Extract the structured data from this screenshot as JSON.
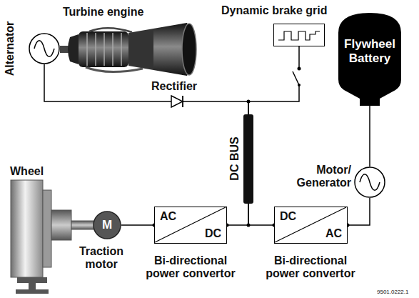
{
  "diagram": {
    "nodes": [
      {
        "text": [
          "Alternator"
        ]
      },
      {
        "text": [
          "Dynamic brake grid"
        ]
      },
      {
        "text": [
          "Flywheel Battery"
        ]
      },
      {
        "text": [
          "DC BUS"
        ]
      },
      {
        "text": [
          "Motor/ Generator"
        ]
      },
      {
        "text": [
          "M",
          "Traction motor"
        ]
      },
      {
        "text": [
          "AC",
          "DC",
          "Bi-directional power convertor"
        ]
      },
      {
        "text": [
          "DC",
          "AC",
          "Bi-directional power convertor"
        ]
      }
    ],
    "edges": [
      {
        "from": 0,
        "to": 3,
        "arrow": "none"
      },
      {
        "from": 3,
        "to": 1,
        "arrow": "none"
      },
      {
        "from": 3,
        "to": 6,
        "arrow": "none"
      },
      {
        "from": 3,
        "to": 7,
        "arrow": "none"
      },
      {
        "from": 7,
        "to": 4,
        "arrow": "none"
      },
      {
        "from": 4,
        "to": 2,
        "arrow": "none"
      },
      {
        "from": 6,
        "to": 5,
        "arrow": "none"
      }
    ],
    "labels": [
      "Turbine engine",
      "Rectifier",
      "Wheel",
      "9501.0222.1"
    ]
  }
}
